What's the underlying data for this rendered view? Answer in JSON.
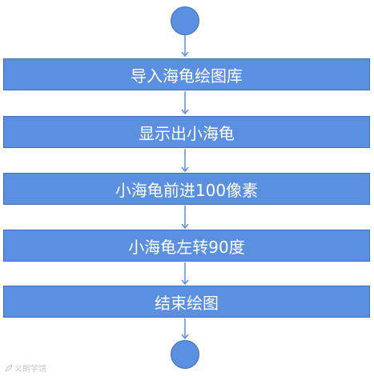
{
  "diagram": {
    "steps": [
      {
        "label": "导入海龟绘图库"
      },
      {
        "label": "显示出小海龟"
      },
      {
        "label": "小海龟前进100像素"
      },
      {
        "label": "小海龟左转90度"
      },
      {
        "label": "结束绘图"
      }
    ],
    "start_node": "start-circle",
    "end_node": "end-circle"
  },
  "colors": {
    "node_fill": "#5b8fdf",
    "node_border": "#3f6fb8",
    "arrow": "#5b8fdf",
    "text": "#ffffff"
  },
  "watermark": {
    "text": "义朗学馆",
    "icon": "leaf-logo-icon"
  }
}
